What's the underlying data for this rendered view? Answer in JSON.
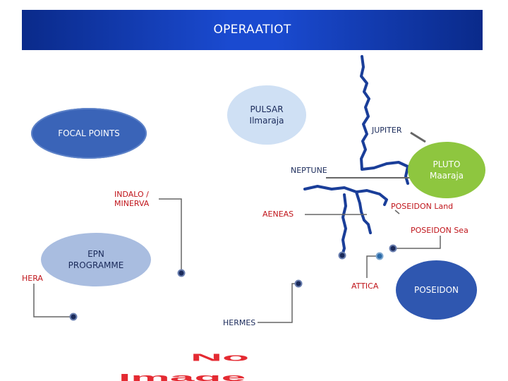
{
  "header": {
    "title": "OPERAATIOT"
  },
  "nodes": {
    "pulsar": "PULSAR\nIlmaraja",
    "focal_points": "FOCAL POINTS",
    "epn_programme": "EPN\nPROGRAMME",
    "pluto": "PLUTO\nMaaraja",
    "poseidon": "POSEIDON"
  },
  "labels": {
    "jupiter": "JUPITER",
    "neptune": "NEPTUNE",
    "indalo_minerva": "INDALO /\nMINERVA",
    "aeneas": "AENEAS",
    "poseidon_land": "POSEIDON Land",
    "poseidon_sea": "POSEIDON Sea",
    "hera": "HERA",
    "attica": "ATTICA",
    "hermes": "HERMES"
  },
  "placeholder_image": {
    "line1": "No",
    "line2": "Image"
  },
  "colors": {
    "header_dark": "#0a2a8a",
    "header_bright": "#1a4ad0",
    "pulsar_fill": "#cfe0f4",
    "focal_fill": "#3a64b8",
    "epn_fill": "#a9bde0",
    "pluto_fill": "#8ec63f",
    "poseidon_fill": "#2f57b0",
    "route_blue": "#1a3e99",
    "connector_gray": "#666666",
    "label_red": "#c0151b",
    "watermark_red": "#e2141c"
  }
}
